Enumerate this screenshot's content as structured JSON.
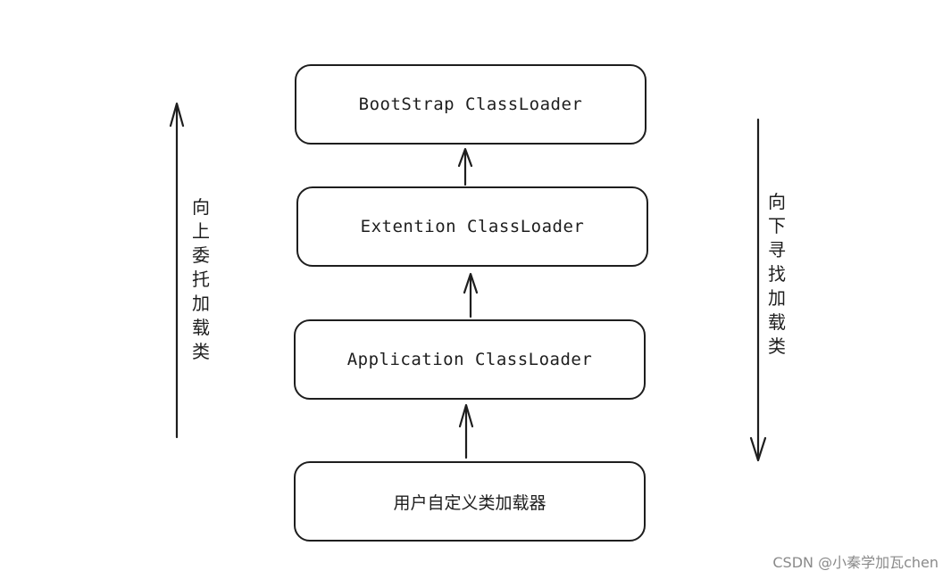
{
  "nodes": {
    "bootstrap": "BootStrap ClassLoader",
    "extention": "Extention ClassLoader",
    "application": "Application ClassLoader",
    "custom": "用户自定义类加载器"
  },
  "side_labels": {
    "up": "向上委托加载类",
    "down": "向下寻找加载类"
  },
  "watermark": "CSDN @小秦学加瓦chen",
  "colors": {
    "stroke": "#1e1e1e",
    "background": "#ffffff",
    "watermark": "#8a8a8a"
  }
}
